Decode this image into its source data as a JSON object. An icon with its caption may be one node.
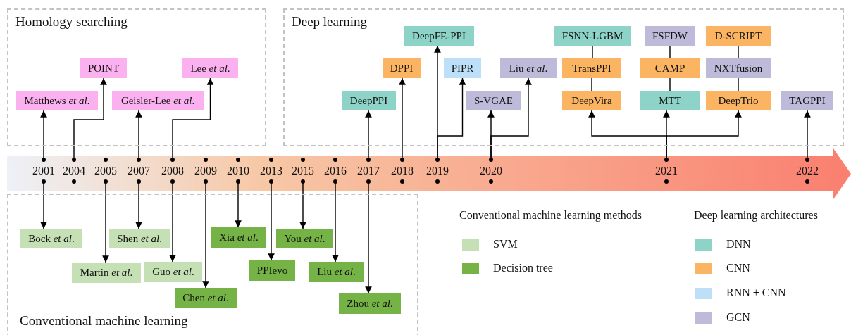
{
  "diagram": {
    "nodes": [
      {
        "text": [
          "Homology searching"
        ]
      },
      {
        "text": [
          "POINT"
        ],
        "in": 0
      },
      {
        "text": [
          "Lee *et al*."
        ],
        "in": 0
      },
      {
        "text": [
          "Matthews *et al*."
        ],
        "in": 0
      },
      {
        "text": [
          "Geisler-Lee *et al*."
        ],
        "in": 0
      },
      {
        "text": [
          "Deep learning"
        ]
      },
      {
        "text": [
          "DeepFE-PPI"
        ],
        "in": 5
      },
      {
        "text": [
          "FSNN-LGBM"
        ],
        "in": 5
      },
      {
        "text": [
          "FSFDW"
        ],
        "in": 5
      },
      {
        "text": [
          "D-SCRIPT"
        ],
        "in": 5
      },
      {
        "text": [
          "DPPI"
        ],
        "in": 5
      },
      {
        "text": [
          "PIPR"
        ],
        "in": 5
      },
      {
        "text": [
          "Liu *et al*."
        ],
        "in": 5
      },
      {
        "text": [
          "TransPPI"
        ],
        "in": 5
      },
      {
        "text": [
          "CAMP"
        ],
        "in": 5
      },
      {
        "text": [
          "NXTfusion"
        ],
        "in": 5
      },
      {
        "text": [
          "DeepPPI"
        ],
        "in": 5
      },
      {
        "text": [
          "S-VGAE"
        ],
        "in": 5
      },
      {
        "text": [
          "DeepVira"
        ],
        "in": 5
      },
      {
        "text": [
          "MTT"
        ],
        "in": 5
      },
      {
        "text": [
          "DeepTrio"
        ],
        "in": 5
      },
      {
        "text": [
          "TAGPPI"
        ],
        "in": 5
      },
      {
        "text": [
          "2001"
        ]
      },
      {
        "text": [
          "2004"
        ]
      },
      {
        "text": [
          "2005"
        ]
      },
      {
        "text": [
          "2007"
        ]
      },
      {
        "text": [
          "2008"
        ]
      },
      {
        "text": [
          "2009"
        ]
      },
      {
        "text": [
          "2010"
        ]
      },
      {
        "text": [
          "2013"
        ]
      },
      {
        "text": [
          "2015"
        ]
      },
      {
        "text": [
          "2016"
        ]
      },
      {
        "text": [
          "2017"
        ]
      },
      {
        "text": [
          "2018"
        ]
      },
      {
        "text": [
          "2019"
        ]
      },
      {
        "text": [
          "2020"
        ]
      },
      {
        "text": [
          "2021"
        ]
      },
      {
        "text": [
          "2022"
        ]
      },
      {
        "text": [
          "Conventional machine learning"
        ]
      },
      {
        "text": [
          "Bock *et al*."
        ],
        "in": 38
      },
      {
        "text": [
          "Shen *et al*."
        ],
        "in": 38
      },
      {
        "text": [
          "Xia *et al*."
        ],
        "in": 38
      },
      {
        "text": [
          "You *et al*."
        ],
        "in": 38
      },
      {
        "text": [
          "Martin *et al*."
        ],
        "in": 38
      },
      {
        "text": [
          "Guo *et al*."
        ],
        "in": 38
      },
      {
        "text": [
          "PPIevo"
        ],
        "in": 38
      },
      {
        "text": [
          "Liu *et al*."
        ],
        "in": 38
      },
      {
        "text": [
          "Chen *et al*."
        ],
        "in": 38
      },
      {
        "text": [
          "Zhou *et al*."
        ],
        "in": 38
      }
    ],
    "edges": [
      {
        "from": 22,
        "to": 3,
        "arrow": "to"
      },
      {
        "from": 23,
        "to": 1,
        "arrow": "to"
      },
      {
        "from": 25,
        "to": 4,
        "arrow": "to"
      },
      {
        "from": 26,
        "to": 2,
        "arrow": "to"
      },
      {
        "from": 32,
        "to": 16,
        "arrow": "to"
      },
      {
        "from": 33,
        "to": 10,
        "arrow": "to"
      },
      {
        "from": 34,
        "to": 6,
        "arrow": "to"
      },
      {
        "from": 34,
        "to": 11,
        "arrow": "to"
      },
      {
        "from": 35,
        "to": 17,
        "arrow": "to"
      },
      {
        "from": 35,
        "to": 12,
        "arrow": "to"
      },
      {
        "from": 36,
        "to": 18,
        "arrow": "to"
      },
      {
        "from": 36,
        "to": 19,
        "arrow": "to"
      },
      {
        "from": 36,
        "to": 20,
        "arrow": "to"
      },
      {
        "from": 37,
        "to": 21,
        "arrow": "to"
      },
      {
        "from": 7,
        "to": 13,
        "arrow": "none"
      },
      {
        "from": 13,
        "to": 18,
        "arrow": "none"
      },
      {
        "from": 8,
        "to": 14,
        "arrow": "none"
      },
      {
        "from": 14,
        "to": 19,
        "arrow": "none"
      },
      {
        "from": 9,
        "to": 15,
        "arrow": "none"
      },
      {
        "from": 15,
        "to": 20,
        "arrow": "none"
      },
      {
        "from": 22,
        "to": 39,
        "arrow": "to"
      },
      {
        "from": 24,
        "to": 43,
        "arrow": "to"
      },
      {
        "from": 25,
        "to": 40,
        "arrow": "to"
      },
      {
        "from": 26,
        "to": 44,
        "arrow": "to"
      },
      {
        "from": 27,
        "to": 47,
        "arrow": "to"
      },
      {
        "from": 28,
        "to": 41,
        "arrow": "to"
      },
      {
        "from": 29,
        "to": 45,
        "arrow": "to"
      },
      {
        "from": 30,
        "to": 42,
        "arrow": "to"
      },
      {
        "from": 31,
        "to": 46,
        "arrow": "to"
      },
      {
        "from": 32,
        "to": 48,
        "arrow": "to"
      }
    ],
    "labels": [
      "Conventional machine learning methods",
      "Deep learning architectures"
    ],
    "legend": [
      {
        "text": "SVM",
        "color": "#c5e0b4"
      },
      {
        "text": "Decision tree",
        "color": "#76b347"
      },
      {
        "text": "DNN",
        "color": "#8dd3c7"
      },
      {
        "text": "CNN",
        "color": "#fbb462"
      },
      {
        "text": "RNN + CNN",
        "color": "#bde0f8"
      },
      {
        "text": "GCN",
        "color": "#bebada"
      }
    ]
  }
}
